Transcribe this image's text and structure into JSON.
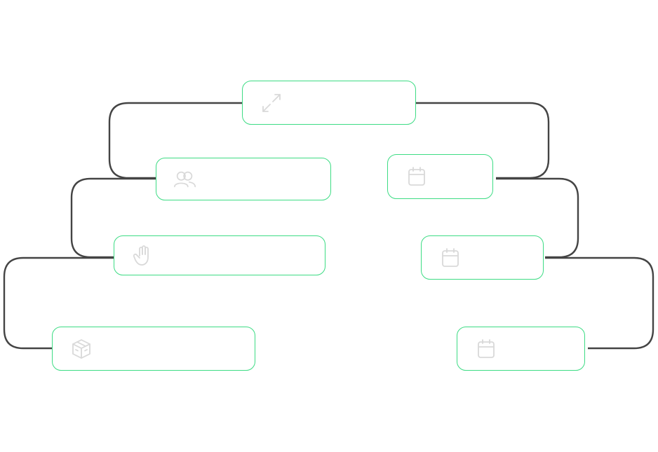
{
  "diagram": {
    "colors": {
      "node_border": "#3ddc84",
      "connector": "#444444",
      "icon": "#d9d9d9"
    },
    "nodes": [
      {
        "id": "root",
        "icon": "expand-arrows-icon",
        "label": ""
      },
      {
        "id": "team",
        "icon": "users-icon",
        "label": ""
      },
      {
        "id": "cal1",
        "icon": "calendar-icon",
        "label": ""
      },
      {
        "id": "hand",
        "icon": "hand-icon",
        "label": ""
      },
      {
        "id": "cal2",
        "icon": "calendar-icon",
        "label": ""
      },
      {
        "id": "box",
        "icon": "box-icon",
        "label": ""
      },
      {
        "id": "cal3",
        "icon": "calendar-icon",
        "label": ""
      }
    ]
  }
}
